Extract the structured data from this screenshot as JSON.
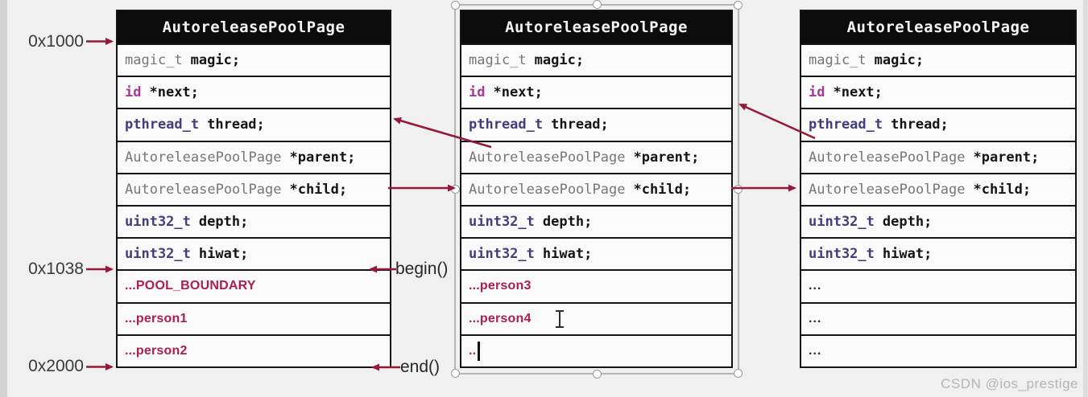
{
  "colors": {
    "ink": "#141414",
    "header_bg": "#0c0c0c",
    "header_text": "#f5f5f5",
    "type_gray": "#767676",
    "keyword_pink": "#a23a97",
    "type_indigo": "#423d7d",
    "annotation_red": "#ab1e4d",
    "accent_arrow": "#97193a",
    "address_text": "#3a3a3a",
    "selection_gray": "#b4b4b4",
    "watermark_gray": "#b5b5b5"
  },
  "addresses": {
    "a0": "0x1000",
    "a1": "0x1038",
    "a2": "0x2000"
  },
  "markers": {
    "begin": "begin()",
    "end": "end()"
  },
  "watermark": "CSDN @ios_prestige",
  "tables": [
    {
      "title": "AutoreleasePoolPage",
      "rows": [
        {
          "type": "magic_t",
          "name": "magic;"
        },
        {
          "type": "id",
          "name": "*next;"
        },
        {
          "type": "pthread_t",
          "name": "thread;"
        },
        {
          "type": "AutoreleasePoolPage",
          "name": "*parent;"
        },
        {
          "type": "AutoreleasePoolPage",
          "name": "*child;"
        },
        {
          "type": "uint32_t",
          "name": "depth;"
        },
        {
          "type": "uint32_t",
          "name": "hiwat;"
        },
        {
          "text": "...POOL_BOUNDARY"
        },
        {
          "text": "...person1"
        },
        {
          "text": "...person2"
        }
      ]
    },
    {
      "title": "AutoreleasePoolPage",
      "rows": [
        {
          "type": "magic_t",
          "name": "magic;"
        },
        {
          "type": "id",
          "name": "*next;"
        },
        {
          "type": "pthread_t",
          "name": "thread;"
        },
        {
          "type": "AutoreleasePoolPage",
          "name": "*parent;"
        },
        {
          "type": "AutoreleasePoolPage",
          "name": "*child;"
        },
        {
          "type": "uint32_t",
          "name": "depth;"
        },
        {
          "type": "uint32_t",
          "name": "hiwat;"
        },
        {
          "text": "...person3"
        },
        {
          "text": "...person4"
        },
        {
          "text": ".."
        }
      ]
    },
    {
      "title": "AutoreleasePoolPage",
      "rows": [
        {
          "type": "magic_t",
          "name": "magic;"
        },
        {
          "type": "id",
          "name": "*next;"
        },
        {
          "type": "pthread_t",
          "name": "thread;"
        },
        {
          "type": "AutoreleasePoolPage",
          "name": "*parent;"
        },
        {
          "type": "AutoreleasePoolPage",
          "name": "*child;"
        },
        {
          "type": "uint32_t",
          "name": "depth;"
        },
        {
          "type": "uint32_t",
          "name": "hiwat;"
        },
        {
          "text": "..."
        },
        {
          "text": "..."
        },
        {
          "text": "..."
        }
      ]
    }
  ]
}
